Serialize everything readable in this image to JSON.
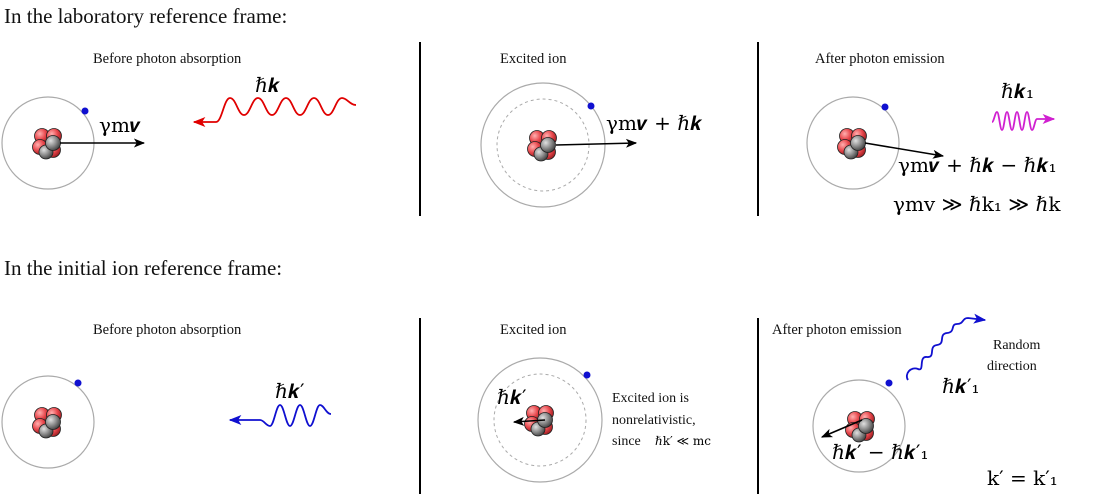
{
  "lab": {
    "heading": "In the laboratory reference frame:",
    "panels": [
      {
        "caption": "Before photon absorption"
      },
      {
        "caption": "Excited ion"
      },
      {
        "caption": "After photon emission"
      }
    ],
    "labels": {
      "ion_momentum": "γm𝒗",
      "photon": "ℏ𝒌",
      "excited_momentum": "γm𝒗 + ℏ𝒌",
      "emitted_photon": "ℏ𝒌₁",
      "after_momentum": "γm𝒗 + ℏ𝒌 − ℏ𝒌₁",
      "inequality": "γmv ≫ ℏk₁ ≫ ℏk"
    }
  },
  "ion": {
    "heading": "In the initial ion reference frame:",
    "panels": [
      {
        "caption": "Before photon absorption"
      },
      {
        "caption": "Excited ion"
      },
      {
        "caption": "After photon emission"
      }
    ],
    "labels": {
      "photon": "ℏ𝒌′",
      "excited_momentum": "ℏ𝒌′",
      "note_line1": "Excited ion is",
      "note_line2": "nonrelativistic,",
      "note_line3_prefix": "since",
      "note_line3_math": "ℏk′ ≪ mc",
      "random_line1": "Random",
      "random_line2": "direction",
      "emitted_photon": "ℏ𝒌′₁",
      "recoil_momentum": "ℏ𝒌′ − ℏ𝒌′₁",
      "equality": "k′ = k′₁"
    }
  },
  "colors": {
    "proton": "#e8474c",
    "neutron": "#808080",
    "electron": "#1010d0",
    "photon_lab_absorb": "#e00000",
    "photon_lab_emit": "#d020d0",
    "photon_ion": "#1010d0",
    "orbit": "#aaaaaa",
    "divider": "#000000"
  }
}
